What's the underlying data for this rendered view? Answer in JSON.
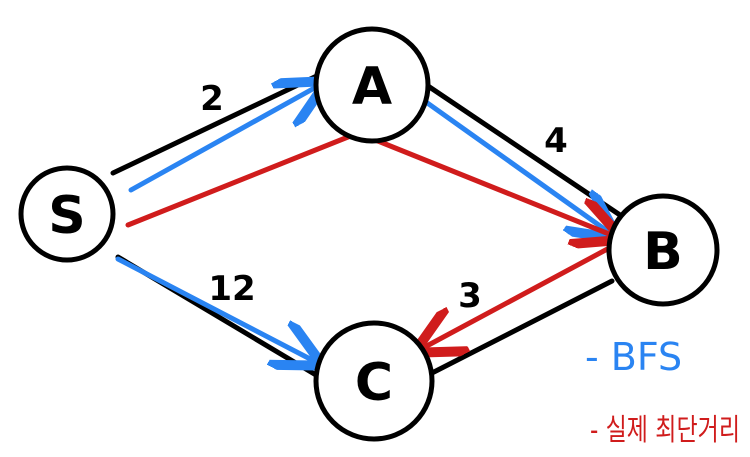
{
  "nodes": {
    "s": "S",
    "a": "A",
    "b": "B",
    "c": "C"
  },
  "weights": {
    "s_a": "2",
    "a_b": "4",
    "s_c": "12",
    "c_b": "3"
  },
  "legend": {
    "bfs": "- BFS",
    "shortest": "- 실제 최단거리"
  },
  "colors": {
    "edge": "#000000",
    "bfs": "#2a84f2",
    "shortest": "#d01c1c"
  }
}
